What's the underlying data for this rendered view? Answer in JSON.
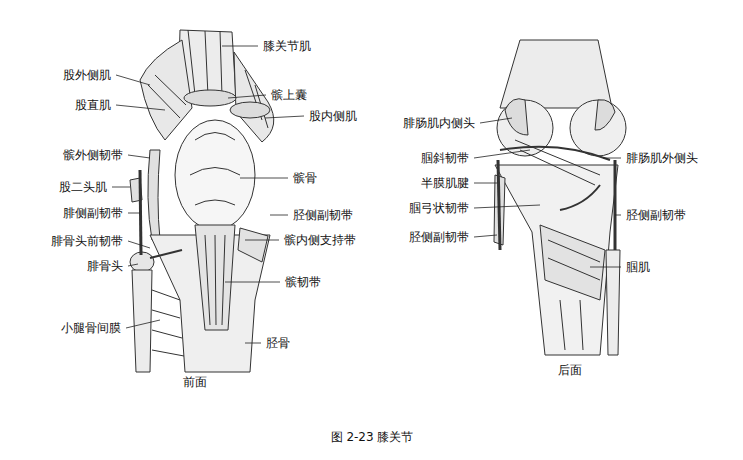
{
  "diagram": {
    "caption": "图 2-23 膝关节",
    "labels": [
      "膝关节肌",
      "股外侧肌",
      "髌上囊",
      "股直肌",
      "股内侧肌",
      "髌外侧韧带",
      "髌骨",
      "股二头肌",
      "腓侧副韧带",
      "胫侧副韧带",
      "髌内侧支持带",
      "腓骨头前韧带",
      "腓骨头",
      "髌韧带",
      "小腿骨间膜",
      "胫骨",
      "前面",
      "腓肠肌内侧头",
      "腘斜韧带",
      "腓肠肌外侧头",
      "半膜肌腱",
      "腘弓状韧带",
      "胫侧副韧带",
      "胫侧副韧带",
      "腘肌",
      "后面"
    ]
  }
}
